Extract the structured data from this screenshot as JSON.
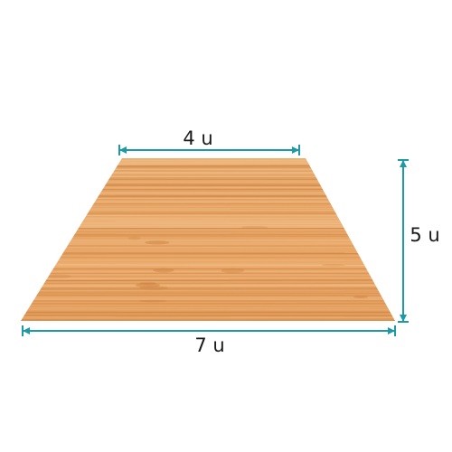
{
  "colors": {
    "dimension_line": "#1e9aa6",
    "wood_base": "#e8a766",
    "wood_light": "#f3c48f",
    "wood_dark": "#c97f3e",
    "label_text": "#1a1a1a"
  },
  "figure": {
    "shape": "trapezoid",
    "fill": "bamboo-wood-texture",
    "top_label": "4 u",
    "bottom_label": "7 u",
    "height_label": "5 u"
  }
}
